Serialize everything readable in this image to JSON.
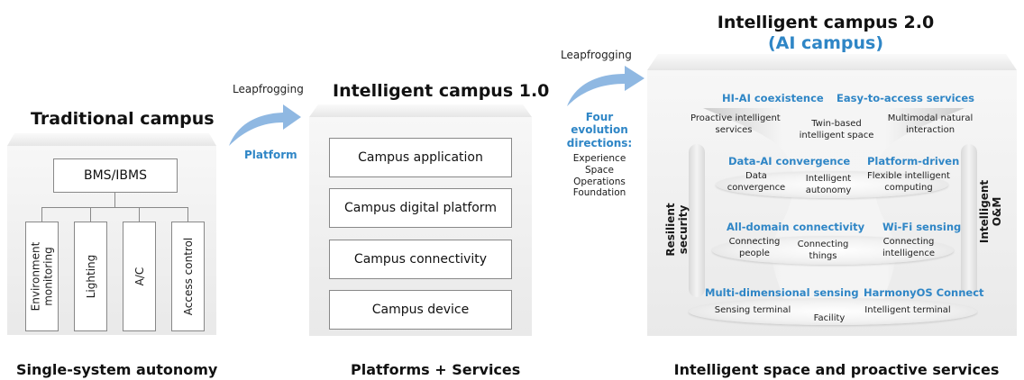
{
  "left": {
    "title": "Traditional campus",
    "bms": "BMS/IBMS",
    "systems": [
      "Environment\nmonitoring",
      "Lighting",
      "A/C",
      "Access control"
    ],
    "caption": "Single-system autonomy"
  },
  "arrow1": {
    "top": "Leapfrogging",
    "bottom": "Platform"
  },
  "middle": {
    "title": "Intelligent campus 1.0",
    "layers": [
      "Campus application",
      "Campus digital platform",
      "Campus connectivity",
      "Campus device"
    ],
    "caption": "Platforms + Services"
  },
  "arrow2": {
    "top": "Leapfrogging",
    "heading": "Four\nevolution\ndirections:",
    "items": [
      "Experience",
      "Space",
      "Operations",
      "Foundation"
    ]
  },
  "right": {
    "title_line1": "Intelligent campus 2.0",
    "title_line2": "(AI campus)",
    "side_left": "Resilient\nsecurity",
    "side_right": "Intelligent\nO&M",
    "tier1": {
      "h1": "HI-AI coexistence",
      "h2": "Easy-to-access services",
      "t1": "Proactive intelligent\nservices",
      "t2": "Twin-based\nintelligent space",
      "t3": "Multimodal natural\ninteraction"
    },
    "tier2": {
      "h1": "Data-AI convergence",
      "h2": "Platform-driven",
      "t1": "Data\nconvergence",
      "t2": "Intelligent\nautonomy",
      "t3": "Flexible intelligent\ncomputing"
    },
    "tier3": {
      "h1": "All-domain connectivity",
      "h2": "Wi-Fi sensing",
      "t1": "Connecting\npeople",
      "t2": "Connecting\nthings",
      "t3": "Connecting\nintelligence"
    },
    "tier4": {
      "h1": "Multi-dimensional sensing",
      "h2": "HarmonyOS Connect",
      "t1": "Sensing terminal",
      "t2": "Facility",
      "t3": "Intelligent terminal"
    },
    "caption": "Intelligent space and proactive services"
  },
  "colors": {
    "accent": "#2f86c6",
    "arrow": "#8fb8e2"
  }
}
